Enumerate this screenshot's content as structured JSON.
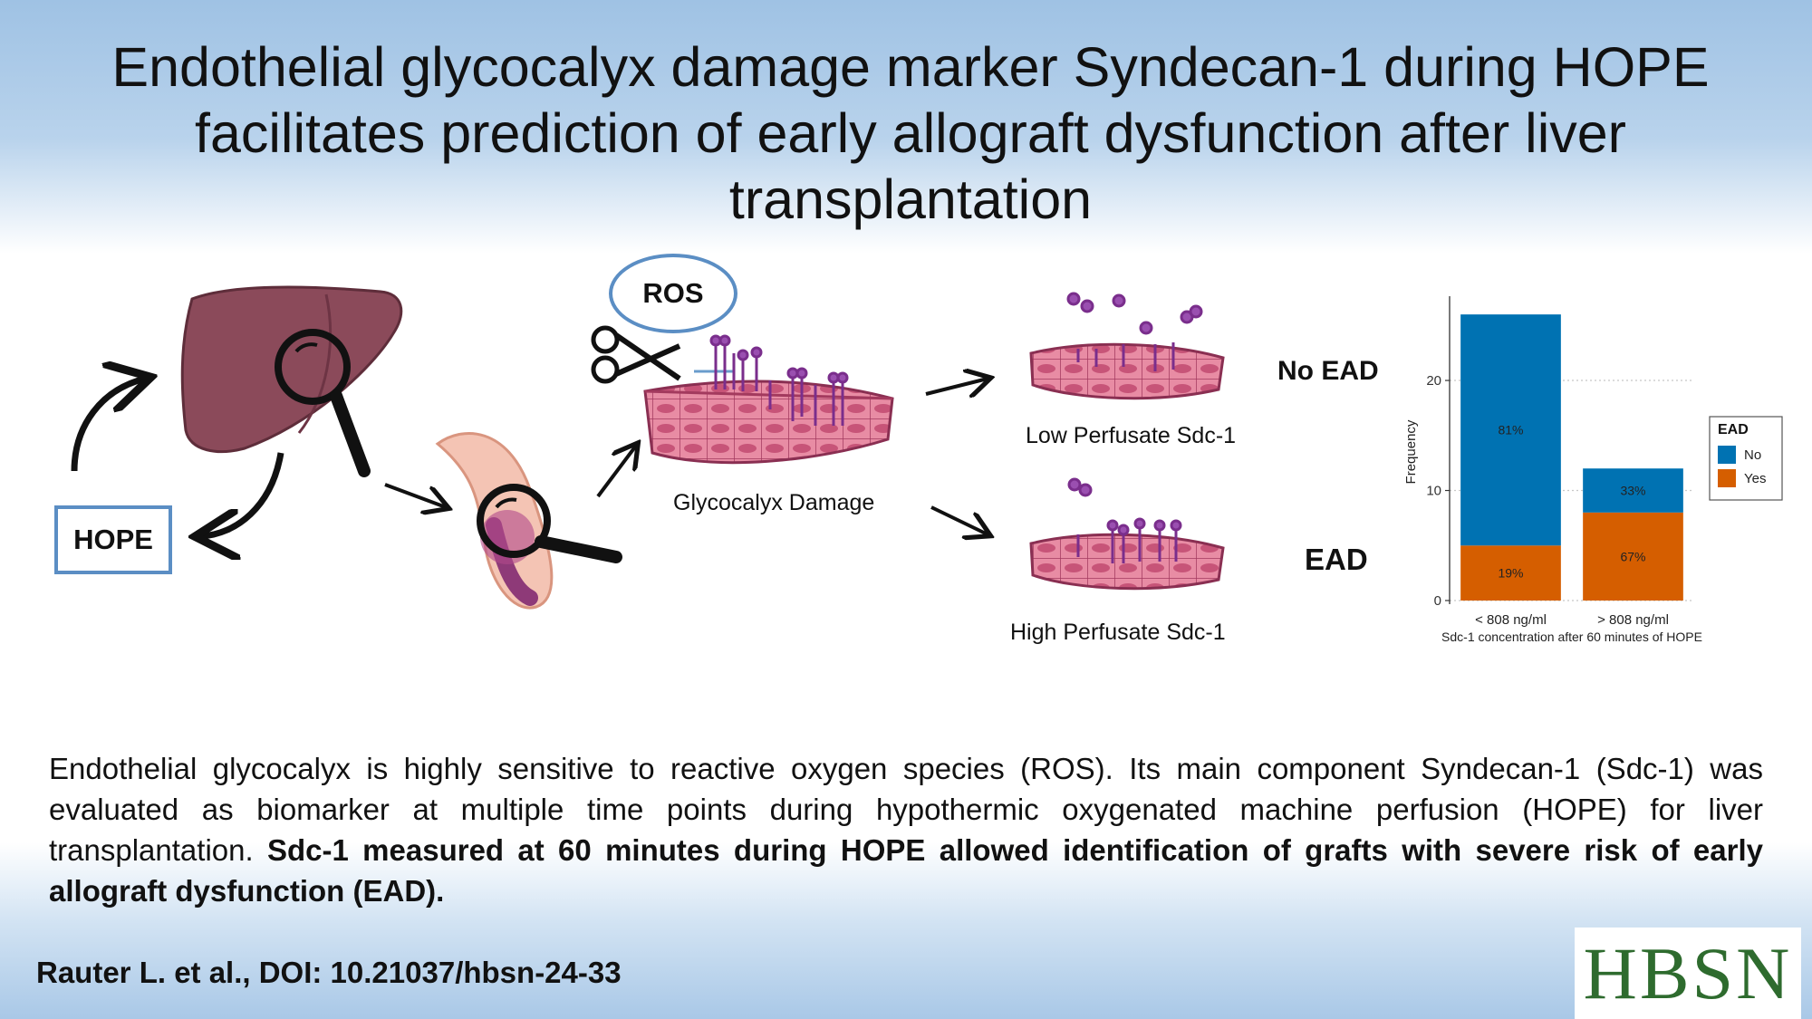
{
  "title": "Endothelial glycocalyx damage marker Syndecan-1 during HOPE facilitates prediction of early allograft dysfunction after liver transplantation",
  "diagram": {
    "hope_label": "HOPE",
    "ros_label": "ROS",
    "glycocalyx_damage_label": "Glycocalyx Damage",
    "low_perfusate_label": "Low Perfusate Sdc-1",
    "high_perfusate_label": "High Perfusate Sdc-1",
    "no_ead_label": "No EAD",
    "ead_label": "EAD"
  },
  "chart_data": {
    "type": "bar",
    "stacked": true,
    "categories": [
      "< 808 ng/ml",
      "> 808 ng/ml"
    ],
    "series": [
      {
        "name": "No",
        "color": "#0072b2",
        "values": [
          21,
          4
        ],
        "labels": [
          "81%",
          "33%"
        ]
      },
      {
        "name": "Yes",
        "color": "#d55e00",
        "values": [
          5,
          8
        ],
        "labels": [
          "19%",
          "67%"
        ]
      }
    ],
    "xlabel": "Sdc-1 concentration after 60 minutes of HOPE",
    "ylabel": "Frequency",
    "yticks": [
      0,
      10,
      20
    ],
    "ylim": [
      0,
      27
    ],
    "legend_title": "EAD",
    "legend_position": "right",
    "grid": "horizontal-dotted"
  },
  "description": {
    "plain": "Endothelial glycocalyx is highly sensitive to reactive oxygen species (ROS). Its main component Syndecan-1 (Sdc-1) was evaluated as biomarker at multiple time points during hypothermic oxygenated machine perfusion (HOPE) for liver transplantation.",
    "bold": "Sdc-1 measured at 60 minutes during HOPE allowed identification of grafts with severe risk of early allograft dysfunction (EAD)."
  },
  "citation": "Rauter L. et al., DOI: 10.21037/hbsn-24-33",
  "logo_text": "HBSN"
}
